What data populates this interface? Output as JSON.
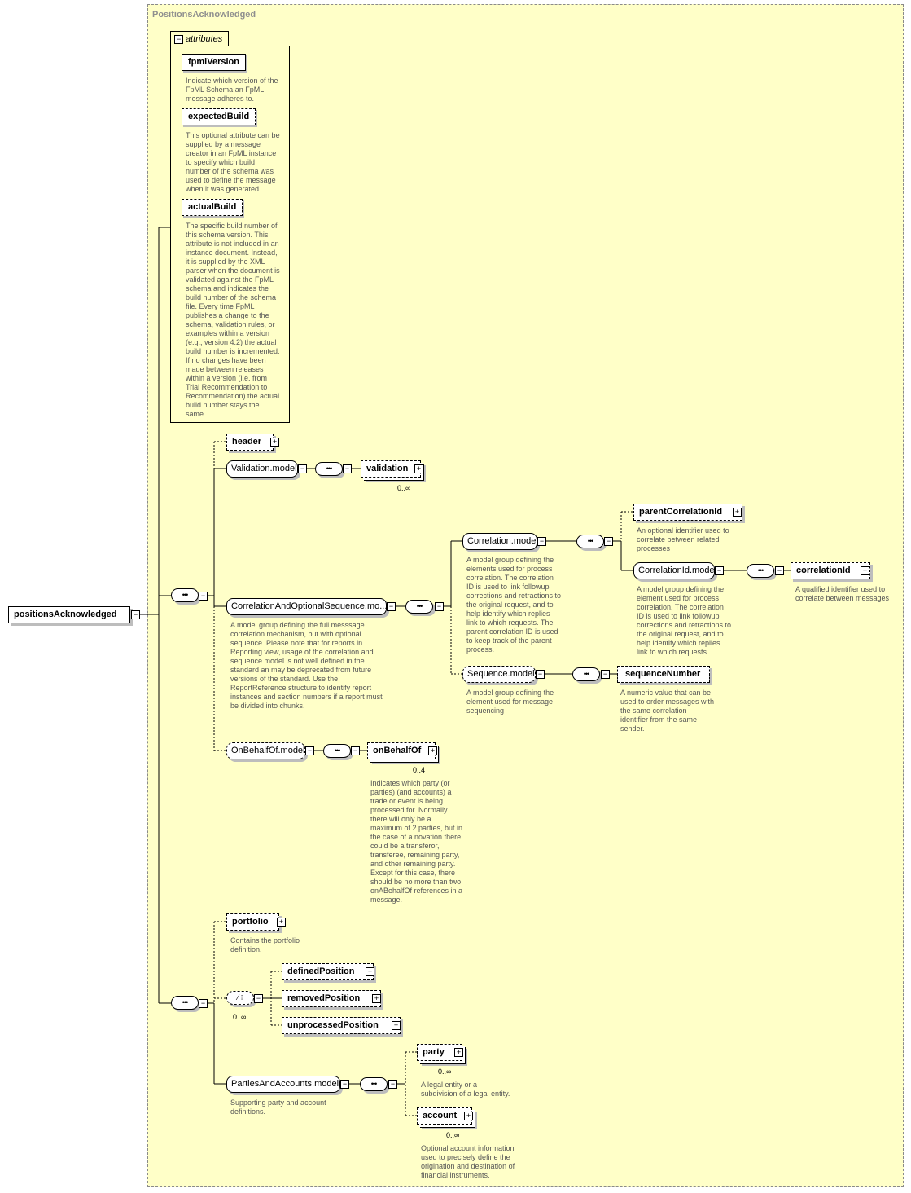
{
  "frame_title": "PositionsAcknowledged",
  "root": "positionsAcknowledged",
  "attributes": {
    "tab_label": "attributes",
    "items": [
      {
        "name": "fpmlVersion",
        "desc": [
          "Indicate which version of the",
          "FpML Schema an FpML",
          "message adheres to."
        ]
      },
      {
        "name": "expectedBuild",
        "desc": [
          "This optional attribute can be",
          "supplied by a message",
          "creator in an FpML instance",
          "to specify which build",
          "number of the schema was",
          "used to define the message",
          "when it was generated."
        ]
      },
      {
        "name": "actualBuild",
        "desc": [
          "The specific build number of",
          "this schema version. This",
          "attribute is not included in an",
          "instance document. Instead,",
          "it is supplied by the XML",
          "parser when the document is",
          "validated against the FpML",
          "schema and indicates the",
          "build number of the schema",
          "file. Every time FpML",
          "publishes a change to the",
          "schema, validation rules, or",
          "examples within a version",
          "(e.g., version 4.2) the actual",
          "build number is incremented.",
          "If no changes have been",
          "made between releases",
          "within a version (i.e. from",
          "Trial Recommendation to",
          "Recommendation) the actual",
          "build number stays the",
          "same."
        ]
      }
    ]
  },
  "nodes": {
    "header": "header",
    "validation_model": "Validation.model",
    "validation": "validation",
    "validation_card": "0..∞",
    "correlation_seq": "CorrelationAndOptionalSequence.mo...",
    "correlation_seq_desc": [
      "A model group defining the full messsage",
      "correlation mechanism, but with optional",
      "sequence. Please note that for reports in",
      "Reporting view, usage of the correlation and",
      "sequence model is not well defined in the",
      "standard an may be deprecated from future",
      "versions of the standard. Use the",
      "ReportReference structure to identify report",
      "instances and section numbers if a report must",
      "be divided into chunks."
    ],
    "correlation_model": "Correlation.model",
    "correlation_model_desc": [
      "A model group defining the",
      "elements used for process",
      "correlation. The correlation",
      "ID is used to link followup",
      "corrections and retractions to",
      "the original request, and to",
      "help identify which replies",
      "link to which requests. The",
      "parent correlation ID is used",
      "to keep track of the parent",
      "process."
    ],
    "parent_correlation_id": "parentCorrelationId",
    "parent_correlation_id_desc": [
      "An optional identifier used to",
      "correlate between related",
      "processes"
    ],
    "correlation_id_model": "CorrelationId.model",
    "correlation_id_model_desc": [
      "A model group defining the",
      "element used for process",
      "correlation. The correlation",
      "ID is used to link followup",
      "corrections and retractions to",
      "the original request, and to",
      "help identify which replies",
      "link to which requests."
    ],
    "correlation_id": "correlationId",
    "correlation_id_desc": [
      "A qualified identifier used to",
      "correlate between messages"
    ],
    "sequence_model": "Sequence.model",
    "sequence_model_desc": [
      "A model group defining the",
      "element used for message",
      "sequencing"
    ],
    "sequence_number": "sequenceNumber",
    "sequence_number_desc": [
      "A numeric value that can be",
      "used to order messages with",
      "the same correlation",
      "identifier from the same",
      "sender."
    ],
    "on_behalf_of_model": "OnBehalfOf.model",
    "on_behalf_of": "onBehalfOf",
    "on_behalf_of_card": "0..4",
    "on_behalf_of_desc": [
      "Indicates which party (or",
      "parties) (and accounts) a",
      "trade or event is being",
      "processed for. Normally",
      "there will only be a",
      "maximum of 2 parties, but in",
      "the case of a novation there",
      "could be a transferor,",
      "transferee, remaining party,",
      "and other remaining party.",
      "Except for this case, there",
      "should be no more than two",
      "onABehalfOf references in a",
      "message."
    ],
    "portfolio": "portfolio",
    "portfolio_desc": [
      "Contains the portfolio",
      "definition."
    ],
    "choice_card": "0..∞",
    "defined_position": "definedPosition",
    "removed_position": "removedPosition",
    "unprocessed_position": "unprocessedPosition",
    "parties_accounts_model": "PartiesAndAccounts.model",
    "parties_accounts_desc": [
      "Supporting party and account",
      "definitions."
    ],
    "party": "party",
    "party_card": "0..∞",
    "party_desc": [
      "A legal entity or a",
      "subdivision of a legal entity."
    ],
    "account": "account",
    "account_card": "0..∞",
    "account_desc": [
      "Optional account information",
      "used to precisely define the",
      "origination and destination of",
      "financial instruments."
    ]
  }
}
